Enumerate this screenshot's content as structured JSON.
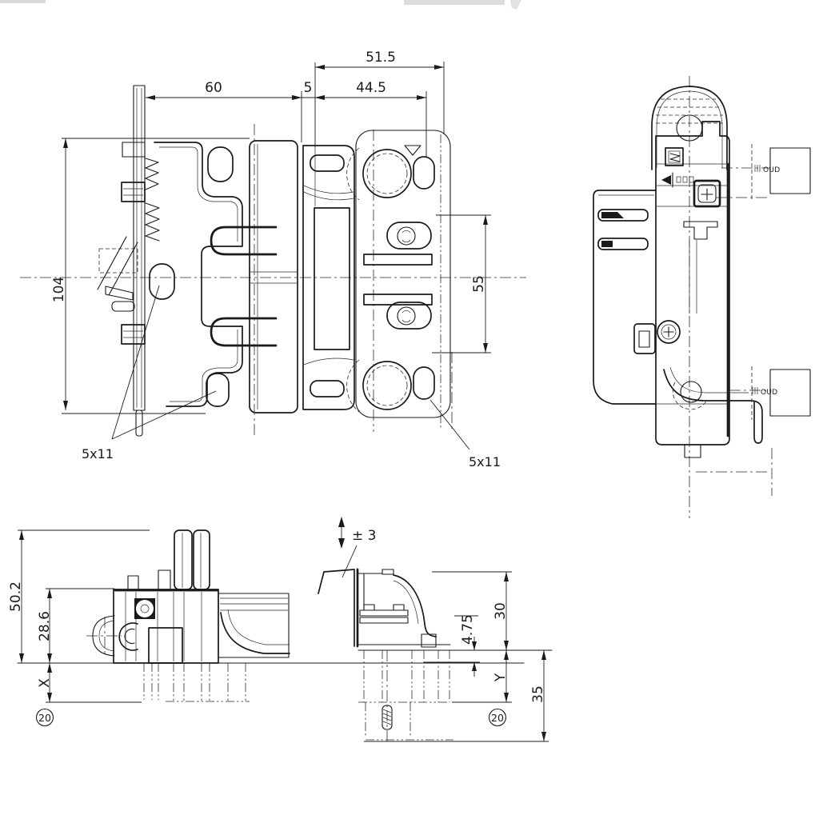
{
  "drawing": {
    "front_view": {
      "dim_60": "60",
      "dim_5": "5",
      "dim_44_5": "44.5",
      "dim_51_5": "51.5",
      "dim_104": "104",
      "dim_55": "55",
      "slot_note_left": "5x11",
      "slot_note_right": "5x11"
    },
    "side_view": {
      "label_top": "OUD",
      "label_bottom": "OUD"
    },
    "bottom_view": {
      "dim_50_2": "50.2",
      "dim_28_6": "28.6",
      "dim_x": "X",
      "dim_plus_minus_3": "± 3",
      "dim_30": "30",
      "dim_4_75": "4.75",
      "dim_y": "Y",
      "dim_35": "35",
      "balloon_left": "20",
      "balloon_right": "20"
    }
  }
}
